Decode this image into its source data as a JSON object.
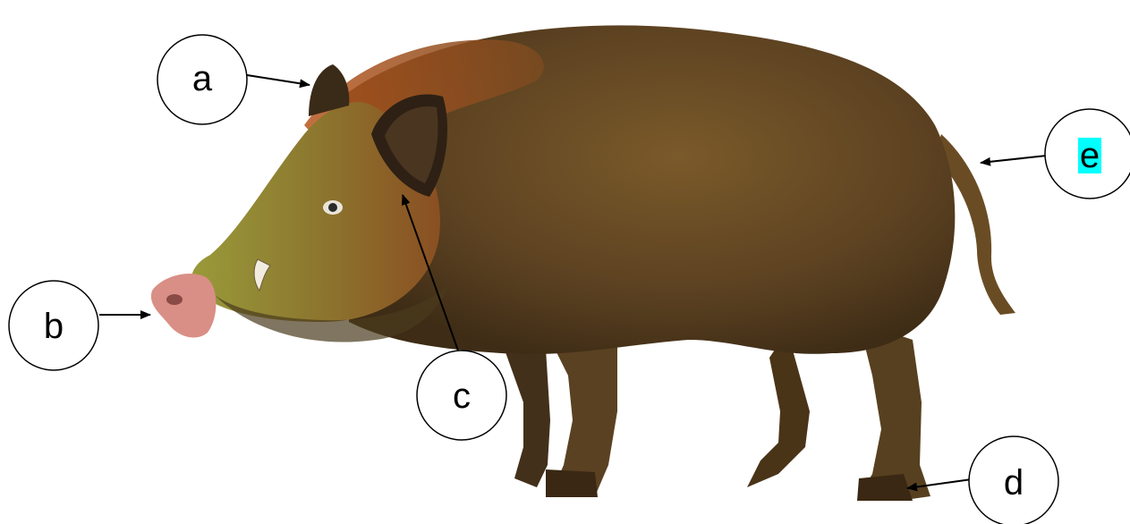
{
  "diagram": {
    "subject": "wild boar",
    "labels": [
      {
        "id": "a",
        "text": "a",
        "points_to": "ear"
      },
      {
        "id": "b",
        "text": "b",
        "points_to": "snout"
      },
      {
        "id": "c",
        "text": "c",
        "points_to": "ear"
      },
      {
        "id": "d",
        "text": "d",
        "points_to": "hoof"
      },
      {
        "id": "e",
        "text": "e",
        "points_to": "tail",
        "highlight": "#00ffff"
      }
    ]
  }
}
